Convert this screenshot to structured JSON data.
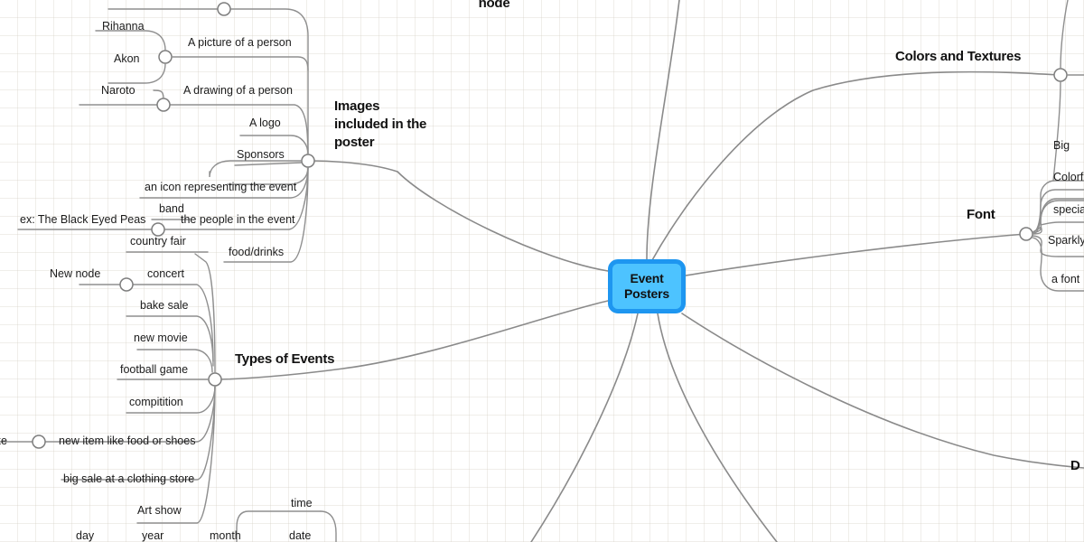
{
  "diagram": {
    "type": "mind-map",
    "title": "Event Posters mind map",
    "background": "#ffffff",
    "grid_color": "#d7d2c8",
    "edge_color": "#8a8a8a"
  },
  "center": {
    "name": "Event Posters",
    "line1": "Event",
    "line2": "Posters",
    "fill": "#4dc3ff",
    "border": "#1e96f0"
  },
  "branches": {
    "top_center": {
      "label": "node"
    },
    "images": {
      "label_line1": "Images",
      "label_line2": "included in the",
      "label_line3": "poster",
      "children": [
        {
          "label": "A picture of a person"
        },
        {
          "label": "A drawing of a person"
        },
        {
          "label": "A logo"
        },
        {
          "label": "Sponsors"
        },
        {
          "label": "an icon representing the event"
        },
        {
          "label": "the people in the event"
        },
        {
          "label": "food/drinks"
        }
      ],
      "grandchildren": [
        {
          "label": "Rihanna"
        },
        {
          "label": "Akon"
        },
        {
          "label": "Naroto"
        },
        {
          "label": "band"
        },
        {
          "label": "ex: The Black Eyed Peas"
        }
      ]
    },
    "types_of_events": {
      "label": "Types of Events",
      "children": [
        {
          "label": "country fair"
        },
        {
          "label": "concert"
        },
        {
          "label": "bake sale"
        },
        {
          "label": "new movie"
        },
        {
          "label": "football game"
        },
        {
          "label": "compitition"
        },
        {
          "label": "new item like food or shoes"
        },
        {
          "label": "big sale at a clothing store"
        },
        {
          "label": "Art show"
        }
      ],
      "grandchildren": [
        {
          "label": "New node"
        },
        {
          "label": "ike"
        }
      ]
    },
    "colors_and_textures": {
      "label": "Colors and Textures"
    },
    "font": {
      "label": "Font",
      "children": [
        {
          "label": "Big"
        },
        {
          "label": "Colorfu"
        },
        {
          "label": "specia"
        },
        {
          "label": "Sparkly"
        },
        {
          "label": "a font"
        }
      ]
    },
    "bottom_right": {
      "label": "D"
    },
    "bottom_row": {
      "items": [
        {
          "label": "day"
        },
        {
          "label": "year"
        },
        {
          "label": "month"
        },
        {
          "label": "date"
        },
        {
          "label": "time"
        }
      ]
    }
  }
}
